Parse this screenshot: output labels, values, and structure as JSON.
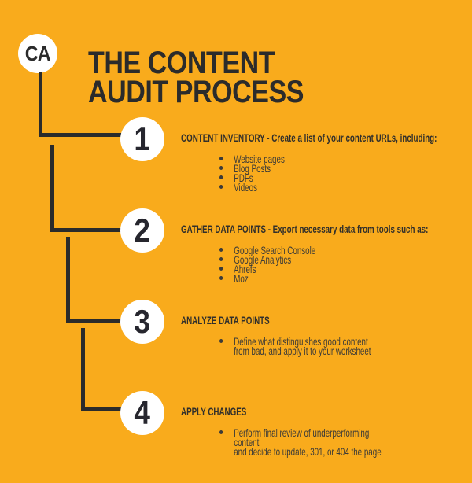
{
  "colors": {
    "background": "#F9AB1C",
    "line_dark": "#2B2B2B",
    "circle_fill": "#FFFFFF",
    "text_dark": "#312F2B"
  },
  "logo": {
    "text": "CA"
  },
  "title": "THE CONTENT\nAUDIT PROCESS",
  "steps": [
    {
      "number": "1",
      "heading": "CONTENT INVENTORY - Create a list of your content URLs, including:",
      "bullets": [
        "Website pages",
        "Blog Posts",
        "PDFs",
        "Videos"
      ]
    },
    {
      "number": "2",
      "heading": "GATHER DATA POINTS - Export necessary data from tools such as:",
      "bullets": [
        "Google Search Console",
        "Google Analytics",
        "Ahrefs",
        "Moz"
      ]
    },
    {
      "number": "3",
      "heading": "ANALYZE DATA POINTS",
      "bullets": [
        "Define what distinguishes good content\nfrom bad, and apply it to your worksheet"
      ]
    },
    {
      "number": "4",
      "heading": "APPLY CHANGES",
      "bullets": [
        "Perform final review of underperforming content\nand decide to update, 301, or 404 the page"
      ]
    }
  ]
}
